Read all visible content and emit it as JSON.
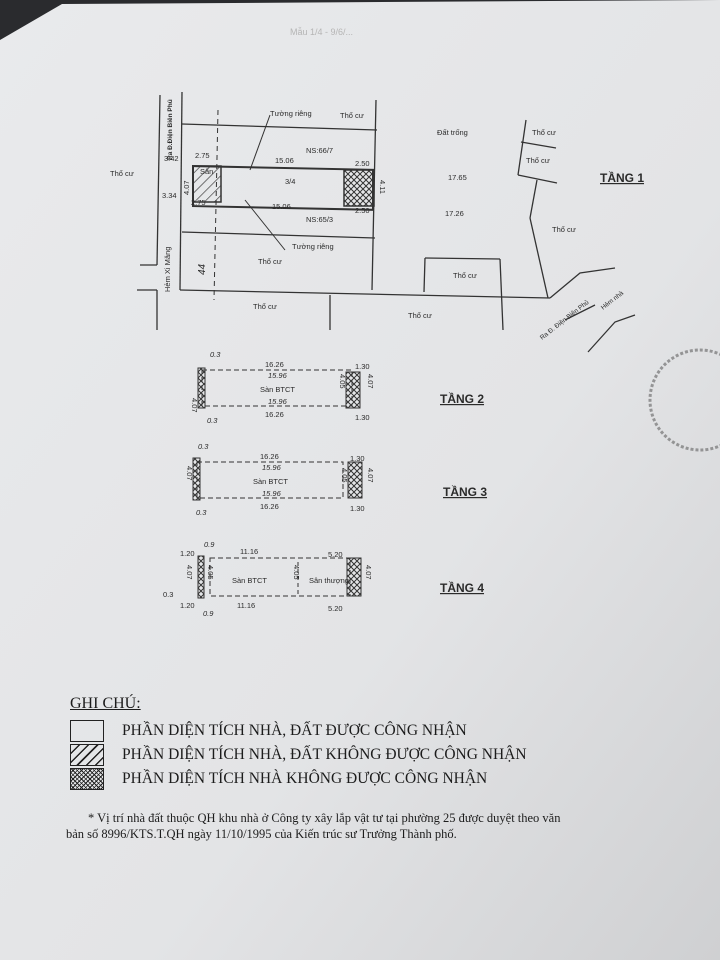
{
  "header_faded": "Mẫu 1/4 - 9/6/...",
  "floor1": {
    "title": "TẦNG 1",
    "road_top": "Ra Đ.Điện Biên Phủ",
    "alley": "Hẻm Xi Măng",
    "road_right": "Ra Đ. Điện Biên Phủ",
    "alley_right": "Hẻm nhà",
    "private_wall": "Tường riêng",
    "neighbor_top": "NS:66/7",
    "neighbor_bottom": "NS:65/3",
    "residential": "Thổ cư",
    "vacant_land": "Đất trống",
    "yard": "Sân",
    "house_no": "3/4",
    "handwritten": "44",
    "dims": {
      "front_top": "2.75",
      "front_bottom": "2.75",
      "length_top": "15.06",
      "length_bottom": "15.06",
      "rear_top": "2.50",
      "rear_bottom": "2.50",
      "width_left": "4.07",
      "width_right": "4.11",
      "road_top": "3.42",
      "road_bottom": "3.34",
      "len_a": "17.65",
      "len_b": "17.26"
    }
  },
  "floor2": {
    "title": "TẦNG 2",
    "slab": "Sàn BTCT",
    "top": "16.26",
    "top_hand": "15.96",
    "bottom_hand": "15.96",
    "bottom": "16.26",
    "rear_top": "1.30",
    "rear_bottom": "1.30",
    "width_left": "4.07",
    "width_in": "4.05",
    "width_right": "4.07",
    "front_top": "0.3",
    "front_bottom": "0.3"
  },
  "floor3": {
    "title": "TẦNG 3",
    "slab": "Sàn BTCT",
    "top": "16.26",
    "top_hand": "15.96",
    "bottom_hand": "15.96",
    "bottom": "16.26",
    "rear_top": "1.30",
    "rear_bottom": "1.30",
    "width_left": "4.07",
    "width_in": "4.05",
    "width_right": "4.07",
    "front_top": "0.3",
    "front_bottom": "0.3"
  },
  "floor4": {
    "title": "TẦNG 4",
    "slab": "Sàn BTCT",
    "terrace": "Sân thượng",
    "front_top": "1.20",
    "front_bottom": "1.20",
    "hand_top": "0.9",
    "hand_bottom": "0.9",
    "left_edge": "0.3",
    "mid_top": "11.16",
    "mid_bottom": "11.16",
    "rear_top": "5.20",
    "rear_bottom": "5.20",
    "width_left": "4.07",
    "width_in1": "4.05",
    "width_in2": "4.05",
    "width_right": "4.07"
  },
  "legend": {
    "title": "GHI CHÚ:",
    "items": [
      {
        "pattern": "blank",
        "label": "PHẦN DIỆN TÍCH NHÀ, ĐẤT ĐƯỢC CÔNG NHẬN"
      },
      {
        "pattern": "hatched",
        "label": "PHẦN DIỆN TÍCH NHÀ, ĐẤT KHÔNG ĐƯỢC CÔNG NHẬN"
      },
      {
        "pattern": "crosshatched",
        "label": "PHẦN DIỆN TÍCH NHÀ KHÔNG ĐƯỢC CÔNG NHẬN"
      }
    ]
  },
  "note": {
    "line1": "* Vị trí nhà đất thuộc QH khu nhà ở Công ty xây lắp vật tư tại phường 25 được duyệt theo văn",
    "line2": "bản số 8996/KTS.T.QH ngày 11/10/1995 của Kiến trúc sư Trưởng Thành phố."
  }
}
